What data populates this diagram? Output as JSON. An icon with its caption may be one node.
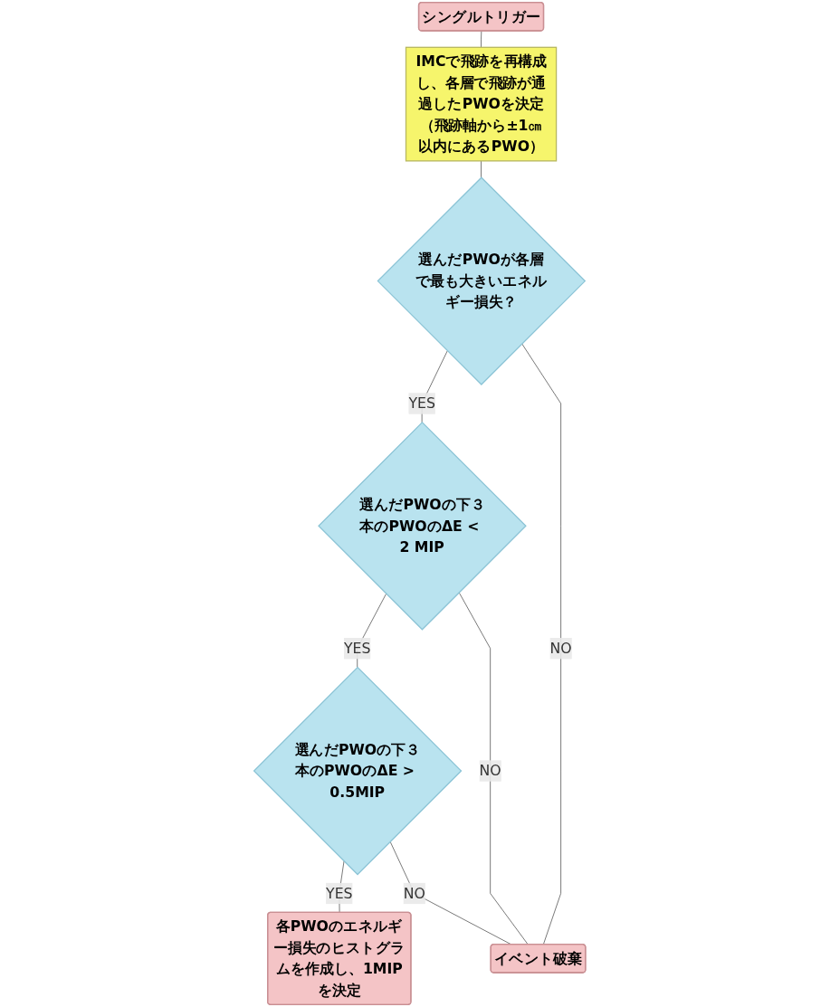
{
  "diagram": {
    "nodes": [
      {
        "text": [
          "シングルトリガー"
        ]
      },
      {
        "text": [
          "IMCで飛跡を再構成し、各層で飛跡が通過したPWOを決定（飛跡軸から±1㎝以内にあるPWO）"
        ]
      },
      {
        "text": [
          "選んだPWOが各層で最も大きいエネルギー損失？"
        ]
      },
      {
        "text": [
          "選んだPWOの下３本のPWOのΔE < 2 MIP"
        ]
      },
      {
        "text": [
          "選んだPWOの下３本のPWOのΔE > 0.5MIP"
        ]
      },
      {
        "text": [
          "各PWOのエネルギー損失のヒストグラムを作成し、1MIPを決定"
        ]
      },
      {
        "text": [
          "イベント破棄"
        ]
      }
    ],
    "edges": [
      {
        "from": 0,
        "to": 1,
        "arrow": "none"
      },
      {
        "from": 1,
        "to": 2,
        "arrow": "none"
      },
      {
        "from": 2,
        "to": 3,
        "arrow": "none",
        "label": "YES"
      },
      {
        "from": 3,
        "to": 4,
        "arrow": "none",
        "label": "YES"
      },
      {
        "from": 4,
        "to": 5,
        "arrow": "none",
        "label": "YES"
      },
      {
        "from": 2,
        "to": 6,
        "arrow": "none",
        "label": "NO"
      },
      {
        "from": 3,
        "to": 6,
        "arrow": "none",
        "label": "NO"
      },
      {
        "from": 4,
        "to": 6,
        "arrow": "none",
        "label": "NO"
      }
    ]
  }
}
